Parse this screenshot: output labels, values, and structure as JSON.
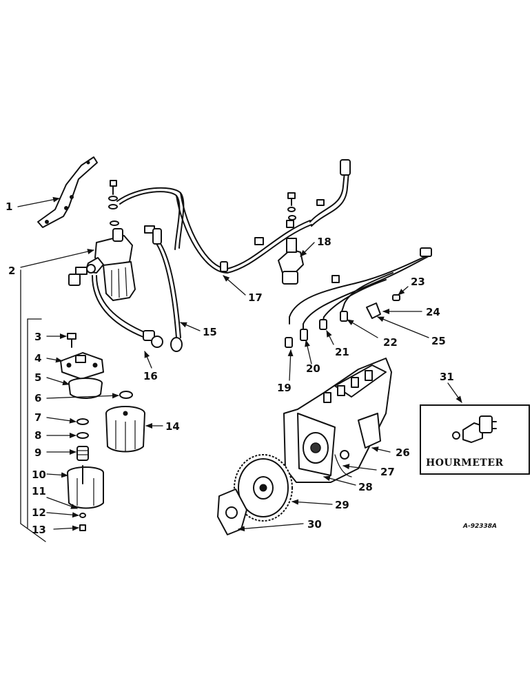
{
  "diagram": {
    "reference_code": "A-92338A",
    "hourmeter_title": "HOURMETER",
    "callouts": [
      "1",
      "2",
      "3",
      "4",
      "5",
      "6",
      "7",
      "8",
      "9",
      "10",
      "11",
      "12",
      "13",
      "14",
      "15",
      "16",
      "17",
      "18",
      "19",
      "20",
      "21",
      "22",
      "23",
      "24",
      "25",
      "26",
      "27",
      "28",
      "29",
      "30",
      "31"
    ]
  }
}
